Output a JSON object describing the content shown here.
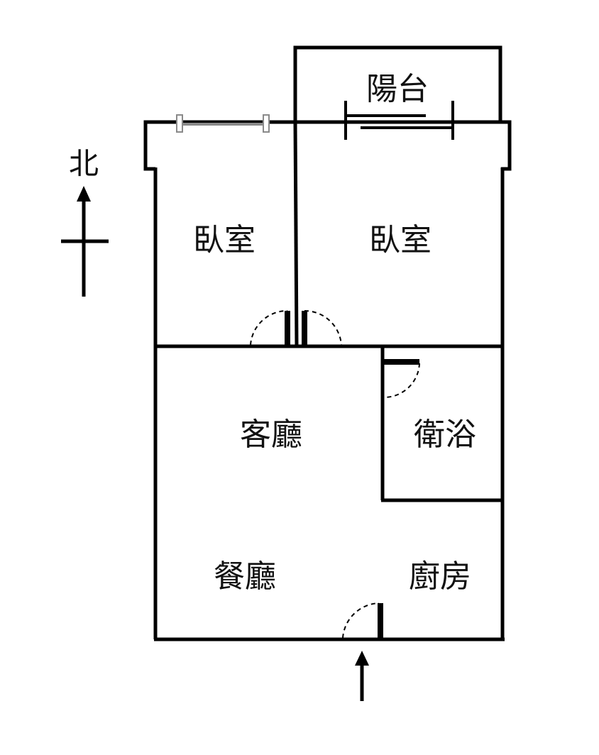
{
  "compass": {
    "label": "北"
  },
  "rooms": {
    "balcony": "陽台",
    "bedroom_west": "臥室",
    "bedroom_east": "臥室",
    "living_room": "客廳",
    "bathroom": "衛浴",
    "dining_room": "餐廳",
    "kitchen": "廚房"
  },
  "colors": {
    "wall": "#000000",
    "window": "#8a8a8a",
    "text": "#111111"
  }
}
